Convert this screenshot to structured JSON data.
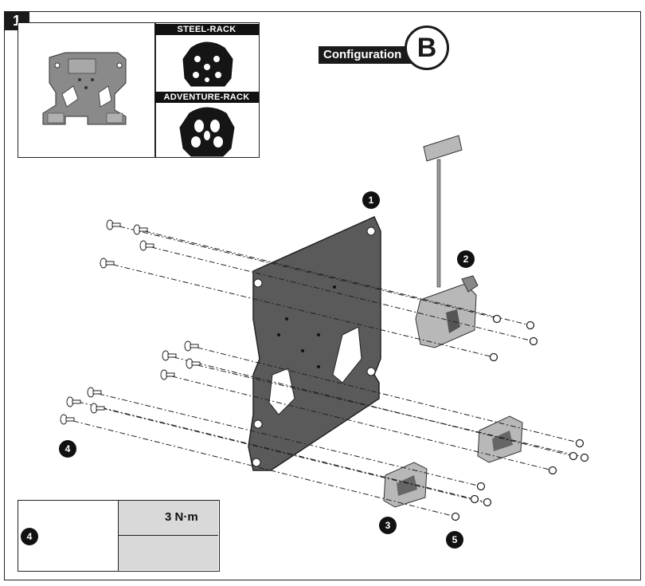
{
  "step_number": "1",
  "inset": {
    "steel_rack_label": "STEEL-RACK",
    "adventure_rack_label": "ADVENTURE-RACK"
  },
  "configuration": {
    "label": "Configuration",
    "letter": "B"
  },
  "callouts": {
    "c1": "1",
    "c2": "2",
    "c3": "3",
    "c4": "4",
    "c5": "5"
  },
  "legend": {
    "part_number": "4",
    "torque": "3 N·m",
    "icons": [
      "torque-wrench-icon",
      "no-threadlocker-icon",
      "bolt-icon"
    ]
  },
  "colors": {
    "plate": "#5a5a5a",
    "plate_light": "#8a8a8a",
    "bracket": "#b8b8b8",
    "dark": "#1a1a1a"
  }
}
